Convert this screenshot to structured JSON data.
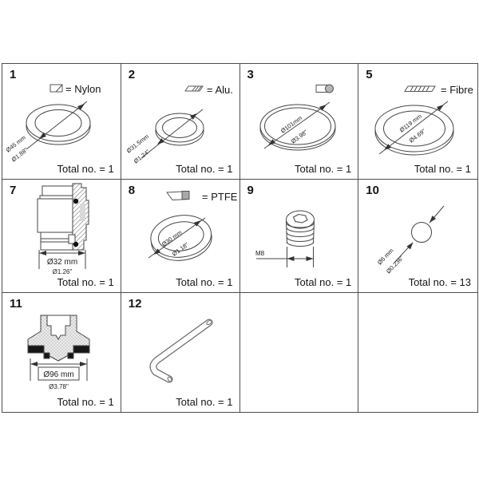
{
  "document": {
    "kind": "spare-parts overview sheet"
  },
  "colors": {
    "line": "#454545",
    "grid": "#4d4d4d",
    "dark_fill": "#161616",
    "gray_fill": "#b0b0b0"
  },
  "cells": [
    {
      "number": "1",
      "legend_label": "= Nylon",
      "dim_metric": "Ø45 mm",
      "dim_imperial": "Ø1.88\"",
      "total_label": "Total no. = 1"
    },
    {
      "number": "2",
      "legend_label": "= Alu.",
      "dim_metric": "Ø31.5mm",
      "dim_imperial": "Ø1.24\"",
      "total_label": "Total no. = 1"
    },
    {
      "number": "3",
      "dim_metric": "Ø101mm",
      "dim_imperial": "Ø3.98\"",
      "total_label": "Total no. = 1"
    },
    {
      "number": "5",
      "legend_label": "= Fibre",
      "dim_metric": "Ø119 mm",
      "dim_imperial": "Ø4.69\"",
      "total_label": "Total no. = 1"
    },
    {
      "number": "7",
      "dim_metric": "Ø32 mm",
      "dim_imperial": "Ø1.26\"",
      "total_label": "Total no. = 1"
    },
    {
      "number": "8",
      "legend_label": "= PTFE",
      "dim_metric": "Ø30 mm",
      "dim_imperial": "Ø1.18\"",
      "total_label": "Total no. = 1"
    },
    {
      "number": "9",
      "thread_label": "M8",
      "total_label": "Total no. = 1"
    },
    {
      "number": "10",
      "dim_metric": "Ø6 mm",
      "dim_imperial": "Ø0.236\"",
      "total_label": "Total no. = 13"
    },
    {
      "number": "11",
      "dim_metric": "Ø96 mm",
      "dim_imperial": "Ø3.78\"",
      "total_label": "Total no. = 1"
    },
    {
      "number": "12",
      "total_label": "Total no. = 1"
    }
  ]
}
